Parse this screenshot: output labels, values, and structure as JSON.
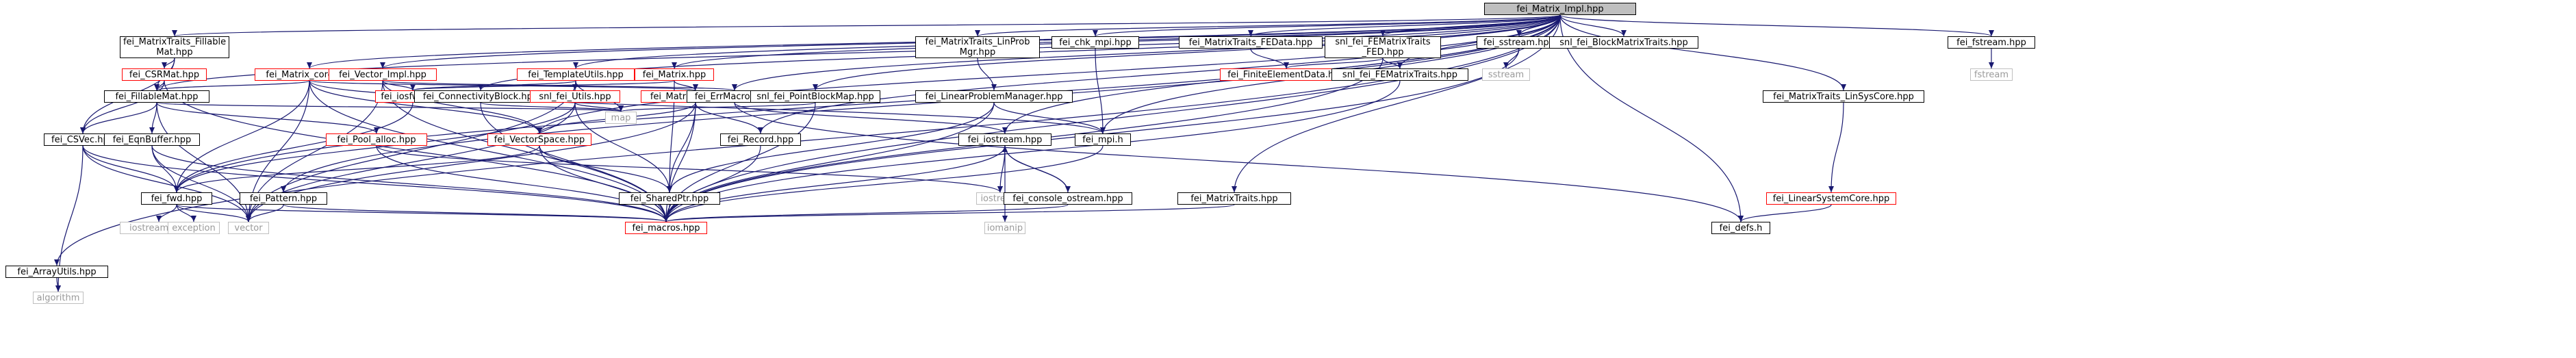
{
  "diagram": {
    "title": "",
    "colors": {
      "edge": "#191970",
      "node_border": "#000000",
      "missing_border": "#bfbfbf",
      "missing_text": "#9a9a9a",
      "red_border": "#ff0000",
      "root_fill": "#bfbfbf"
    },
    "nodes": [
      {
        "id": "root",
        "label": "fei_Matrix_Impl.hpp",
        "style": "root"
      },
      {
        "id": "arrayutils",
        "label": "fei_ArrayUtils.hpp",
        "style": "normal"
      },
      {
        "id": "algorithm",
        "label": "algorithm",
        "style": "missing"
      },
      {
        "id": "mtfillable",
        "label": "fei_MatrixTraits_Fillable\nMat.hpp",
        "style": "normal"
      },
      {
        "id": "csrmat",
        "label": "fei_CSRMat.hpp",
        "style": "red"
      },
      {
        "id": "fillablemat",
        "label": "fei_FillableMat.hpp",
        "style": "normal"
      },
      {
        "id": "csvec",
        "label": "fei_CSVec.hpp",
        "style": "normal"
      },
      {
        "id": "eqnbuffer",
        "label": "fei_EqnBuffer.hpp",
        "style": "normal"
      },
      {
        "id": "fwd",
        "label": "fei_fwd.hpp",
        "style": "normal"
      },
      {
        "id": "iostreamhpp",
        "label": "iostream.hpp",
        "style": "missing"
      },
      {
        "id": "exception",
        "label": "exception",
        "style": "missing"
      },
      {
        "id": "vector",
        "label": "vector",
        "style": "missing"
      },
      {
        "id": "matrixcore",
        "label": "fei_Matrix_core.hpp",
        "style": "red"
      },
      {
        "id": "vectorimpl",
        "label": "fei_Vector_Impl.hpp",
        "style": "red"
      },
      {
        "id": "iosfwd",
        "label": "fei_iosfwd.hpp",
        "style": "red"
      },
      {
        "id": "pattern",
        "label": "fei_Pattern.hpp",
        "style": "normal"
      },
      {
        "id": "connblock",
        "label": "fei_ConnectivityBlock.hpp",
        "style": "normal"
      },
      {
        "id": "poolalloc",
        "label": "fei_Pool_alloc.hpp",
        "style": "red"
      },
      {
        "id": "templateutils",
        "label": "fei_TemplateUtils.hpp",
        "style": "red"
      },
      {
        "id": "sutils",
        "label": "snl_fei_Utils.hpp",
        "style": "red"
      },
      {
        "id": "vectorspace",
        "label": "fei_VectorSpace.hpp",
        "style": "red"
      },
      {
        "id": "map",
        "label": "map",
        "style": "missing"
      },
      {
        "id": "matrixhpp",
        "label": "fei_Matrix.hpp",
        "style": "red"
      },
      {
        "id": "matrixgraph",
        "label": "fei_MatrixGraph.hpp",
        "style": "red"
      },
      {
        "id": "sharedptr",
        "label": "fei_SharedPtr.hpp",
        "style": "normal"
      },
      {
        "id": "macros",
        "label": "fei_macros.hpp",
        "style": "red"
      },
      {
        "id": "errmacros",
        "label": "fei_ErrMacros.hpp",
        "style": "normal"
      },
      {
        "id": "pointblockmap",
        "label": "snl_fei_PointBlockMap.hpp",
        "style": "normal"
      },
      {
        "id": "record",
        "label": "fei_Record.hpp",
        "style": "normal"
      },
      {
        "id": "mtlinprob",
        "label": "fei_MatrixTraits_LinProb\nMgr.hpp",
        "style": "normal"
      },
      {
        "id": "lpm",
        "label": "fei_LinearProblemManager.hpp",
        "style": "normal"
      },
      {
        "id": "chkmpi",
        "label": "fei_chk_mpi.hpp",
        "style": "normal"
      },
      {
        "id": "iostreamfei",
        "label": "fei_iostream.hpp",
        "style": "normal"
      },
      {
        "id": "iostream",
        "label": "iostream",
        "style": "missing"
      },
      {
        "id": "iomanip",
        "label": "iomanip",
        "style": "missing"
      },
      {
        "id": "consoleostream",
        "label": "fei_console_ostream.hpp",
        "style": "normal"
      },
      {
        "id": "mpih",
        "label": "fei_mpi.h",
        "style": "normal"
      },
      {
        "id": "mtfedata",
        "label": "fei_MatrixTraits_FEData.hpp",
        "style": "normal"
      },
      {
        "id": "fedata",
        "label": "fei_FiniteElementData.hpp",
        "style": "red"
      },
      {
        "id": "mtraits",
        "label": "fei_MatrixTraits.hpp",
        "style": "normal"
      },
      {
        "id": "snlfemt",
        "label": "snl_fei_FEMatrixTraits\n_FED.hpp",
        "style": "normal"
      },
      {
        "id": "snlfemt2",
        "label": "snl_fei_FEMatrixTraits.hpp",
        "style": "normal"
      },
      {
        "id": "sstream",
        "label": "fei_sstream.hpp",
        "style": "normal"
      },
      {
        "id": "sstreamstd",
        "label": "sstream",
        "style": "missing"
      },
      {
        "id": "snlbmt",
        "label": "snl_fei_BlockMatrixTraits.hpp",
        "style": "normal"
      },
      {
        "id": "mtlinsys",
        "label": "fei_MatrixTraits_LinSysCore.hpp",
        "style": "normal"
      },
      {
        "id": "linsyscore",
        "label": "fei_LinearSystemCore.hpp",
        "style": "red"
      },
      {
        "id": "fstreamhpp",
        "label": "fei_fstream.hpp",
        "style": "normal"
      },
      {
        "id": "fstream",
        "label": "fstream",
        "style": "missing"
      },
      {
        "id": "defs",
        "label": "fei_defs.h",
        "style": "normal"
      }
    ],
    "edges": [
      [
        "root",
        "arrayutils"
      ],
      [
        "root",
        "mtfillable"
      ],
      [
        "root",
        "fillablemat"
      ],
      [
        "root",
        "fwd"
      ],
      [
        "root",
        "matrixcore"
      ],
      [
        "root",
        "vectorimpl"
      ],
      [
        "root",
        "pattern"
      ],
      [
        "root",
        "connblock"
      ],
      [
        "root",
        "templateutils"
      ],
      [
        "root",
        "vectorspace"
      ],
      [
        "root",
        "matrixhpp"
      ],
      [
        "root",
        "errmacros"
      ],
      [
        "root",
        "pointblockmap"
      ],
      [
        "root",
        "record"
      ],
      [
        "root",
        "mtlinprob"
      ],
      [
        "root",
        "chkmpi"
      ],
      [
        "root",
        "iostreamfei"
      ],
      [
        "root",
        "mpih"
      ],
      [
        "root",
        "mtfedata"
      ],
      [
        "root",
        "mtraits"
      ],
      [
        "root",
        "snlfemt"
      ],
      [
        "root",
        "snlfemt2"
      ],
      [
        "root",
        "sstream"
      ],
      [
        "root",
        "snlbmt"
      ],
      [
        "root",
        "mtlinsys"
      ],
      [
        "root",
        "fstreamhpp"
      ],
      [
        "root",
        "macros"
      ],
      [
        "root",
        "defs"
      ],
      [
        "arrayutils",
        "algorithm"
      ],
      [
        "mtfillable",
        "csrmat"
      ],
      [
        "mtfillable",
        "fillablemat"
      ],
      [
        "mtfillable",
        "csvec"
      ],
      [
        "csrmat",
        "fillablemat"
      ],
      [
        "csrmat",
        "csvec"
      ],
      [
        "csrmat",
        "macros"
      ],
      [
        "fillablemat",
        "csvec"
      ],
      [
        "fillablemat",
        "eqnbuffer"
      ],
      [
        "fillablemat",
        "poolalloc"
      ],
      [
        "fillablemat",
        "map"
      ],
      [
        "fillablemat",
        "vector"
      ],
      [
        "csvec",
        "algorithm"
      ],
      [
        "csvec",
        "fwd"
      ],
      [
        "csvec",
        "macros"
      ],
      [
        "csvec",
        "vector"
      ],
      [
        "eqnbuffer",
        "fwd"
      ],
      [
        "eqnbuffer",
        "macros"
      ],
      [
        "eqnbuffer",
        "vector"
      ],
      [
        "fwd",
        "iostreamhpp"
      ],
      [
        "fwd",
        "exception"
      ],
      [
        "fwd",
        "vector"
      ],
      [
        "fwd",
        "macros"
      ],
      [
        "matrixcore",
        "fillablemat"
      ],
      [
        "matrixcore",
        "fwd"
      ],
      [
        "matrixcore",
        "vectorspace"
      ],
      [
        "matrixcore",
        "matrixgraph"
      ],
      [
        "matrixcore",
        "macros"
      ],
      [
        "matrixcore",
        "vector"
      ],
      [
        "matrixcore",
        "mpih"
      ],
      [
        "vectorimpl",
        "iosfwd"
      ],
      [
        "vectorimpl",
        "vectorspace"
      ],
      [
        "vectorimpl",
        "macros"
      ],
      [
        "vectorimpl",
        "errmacros"
      ],
      [
        "vectorimpl",
        "vector"
      ],
      [
        "iosfwd",
        "fwd"
      ],
      [
        "pattern",
        "macros"
      ],
      [
        "pattern",
        "vector"
      ],
      [
        "connblock",
        "map"
      ],
      [
        "connblock",
        "macros"
      ],
      [
        "poolalloc",
        "iostream"
      ],
      [
        "poolalloc",
        "macros"
      ],
      [
        "templateutils",
        "iosfwd"
      ],
      [
        "templateutils",
        "sutils"
      ],
      [
        "templateutils",
        "map"
      ],
      [
        "templateutils",
        "vector"
      ],
      [
        "sutils",
        "fwd"
      ],
      [
        "sutils",
        "sharedptr"
      ],
      [
        "sutils",
        "map"
      ],
      [
        "sutils",
        "vector"
      ],
      [
        "vectorspace",
        "fwd"
      ],
      [
        "vectorspace",
        "sharedptr"
      ],
      [
        "vectorspace",
        "macros"
      ],
      [
        "matrixhpp",
        "iosfwd"
      ],
      [
        "matrixhpp",
        "matrixgraph"
      ],
      [
        "matrixhpp",
        "sharedptr"
      ],
      [
        "matrixgraph",
        "vectorspace"
      ],
      [
        "matrixgraph",
        "sharedptr"
      ],
      [
        "matrixgraph",
        "macros"
      ],
      [
        "matrixgraph",
        "record"
      ],
      [
        "matrixgraph",
        "vector"
      ],
      [
        "sharedptr",
        "macros"
      ],
      [
        "errmacros",
        "iostreamfei"
      ],
      [
        "errmacros",
        "defs"
      ],
      [
        "pointblockmap",
        "map"
      ],
      [
        "pointblockmap",
        "macros"
      ],
      [
        "record",
        "macros"
      ],
      [
        "mtlinprob",
        "lpm"
      ],
      [
        "lpm",
        "mpih"
      ],
      [
        "lpm",
        "macros"
      ],
      [
        "lpm",
        "sharedptr"
      ],
      [
        "chkmpi",
        "mpih"
      ],
      [
        "iostreamfei",
        "iostream"
      ],
      [
        "iostreamfei",
        "iomanip"
      ],
      [
        "iostreamfei",
        "consoleostream"
      ],
      [
        "iostreamfei",
        "macros"
      ],
      [
        "consoleostream",
        "iostreamfei"
      ],
      [
        "consoleostream",
        "macros"
      ],
      [
        "mpih",
        "macros"
      ],
      [
        "mtfedata",
        "fedata"
      ],
      [
        "mtraits",
        "macros"
      ],
      [
        "snlfemt",
        "fedata"
      ],
      [
        "snlfemt",
        "snlfemt2"
      ],
      [
        "snlfemt",
        "macros"
      ],
      [
        "snlfemt2",
        "macros"
      ],
      [
        "sstream",
        "sstreamstd"
      ],
      [
        "sstream",
        "macros"
      ],
      [
        "mtlinsys",
        "linsyscore"
      ],
      [
        "linsyscore",
        "defs"
      ],
      [
        "fstreamhpp",
        "fstream"
      ]
    ]
  }
}
